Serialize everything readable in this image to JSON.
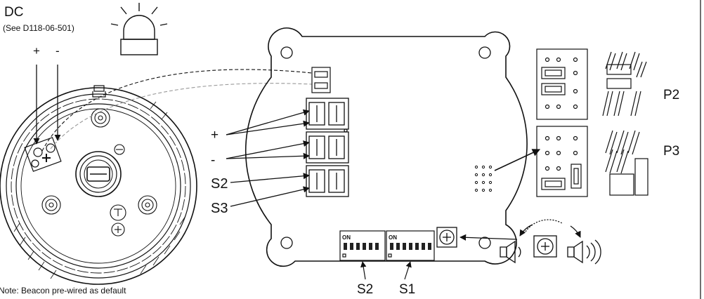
{
  "labels": {
    "dc": "DC",
    "dc_ref": "(See D118-06-501)",
    "plus_top": "+",
    "minus_top": "-",
    "plus_terminal": "+",
    "minus_terminal": "-",
    "s2_terminal": "S2",
    "s3_terminal": "S3",
    "dip_on_left": "ON",
    "dip_on_right": "ON",
    "s2_switch": "S2",
    "s1_switch": "S1",
    "p2": "P2",
    "p3": "P3",
    "note": "Note: Beacon pre-wired as default"
  }
}
